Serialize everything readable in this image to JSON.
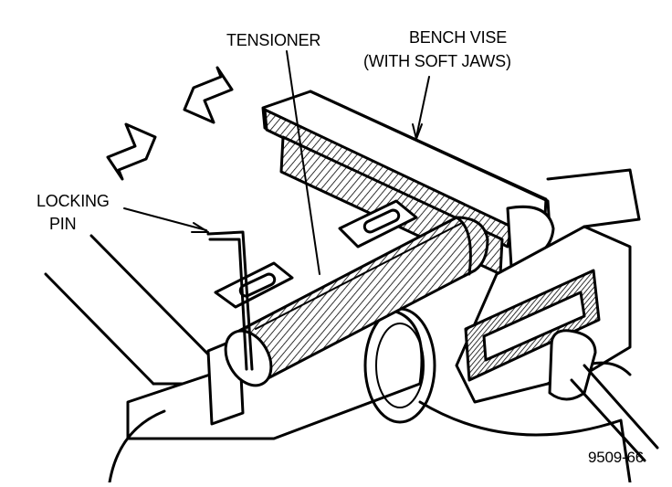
{
  "labels": {
    "tensioner": "TENSIONER",
    "bench_vise_line1": "BENCH VISE",
    "bench_vise_line2": "(WITH SOFT JAWS)",
    "locking_pin_line1": "LOCKING",
    "locking_pin_line2": "PIN",
    "figure_number": "9509-66"
  }
}
